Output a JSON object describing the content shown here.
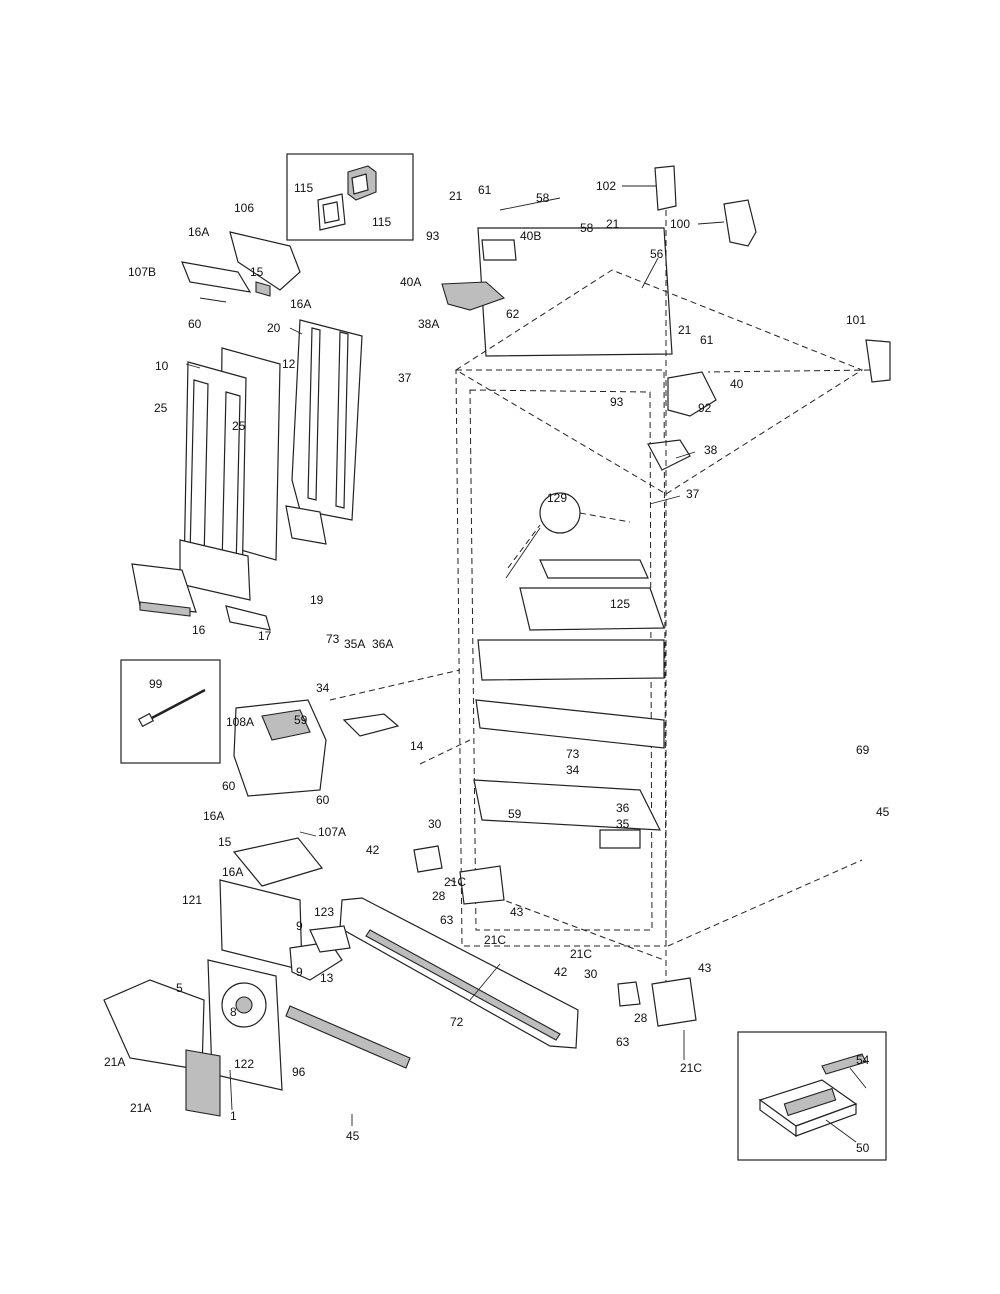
{
  "labels": {
    "p115a": "115",
    "p115b": "115",
    "p106": "106",
    "p107b": "107B",
    "p16a_1": "16A",
    "p15_1": "15",
    "p16a_2": "16A",
    "p60_1": "60",
    "p20": "20",
    "p10": "10",
    "p12": "12",
    "p25_1": "25",
    "p25_2": "25",
    "p16": "16",
    "p17": "17",
    "p19": "19",
    "p21_1": "21",
    "p61_1": "61",
    "p58_1": "58",
    "p93_1": "93",
    "p40b": "40B",
    "p58_2": "58",
    "p21_2": "21",
    "p40a": "40A",
    "p62": "62",
    "p38a": "38A",
    "p37_1": "37",
    "p102": "102",
    "p100": "100",
    "p56": "56",
    "p101": "101",
    "p21_3": "21",
    "p61_2": "61",
    "p93_2": "93",
    "p40": "40",
    "p92": "92",
    "p38": "38",
    "p37_2": "37",
    "p129": "129",
    "p125": "125",
    "p73_1": "73",
    "p35a": "35A",
    "p36a": "36A",
    "p34_1": "34",
    "p59_1": "59",
    "p99": "99",
    "p108a": "108A",
    "p60_2": "60",
    "p60_3": "60",
    "p16a_3": "16A",
    "p15_2": "15",
    "p107a": "107A",
    "p14": "14",
    "p73_2": "73",
    "p34_2": "34",
    "p59_2": "59",
    "p36": "36",
    "p35": "35",
    "p69": "69",
    "p45_1": "45",
    "p30_1": "30",
    "p42_1": "42",
    "p21c_1": "21C",
    "p28_1": "28",
    "p63_1": "63",
    "p43_1": "43",
    "p21c_2": "21C",
    "p16a_4": "16A",
    "p121": "121",
    "p9_1": "9",
    "p123": "123",
    "p5": "5",
    "p13": "13",
    "p9_2": "9",
    "p8": "8",
    "p21a_1": "21A",
    "p122": "122",
    "p96": "96",
    "p21a_2": "21A",
    "p1": "1",
    "p72": "72",
    "p45_2": "45",
    "p21c_3": "21C",
    "p42_2": "42",
    "p30_2": "30",
    "p43_2": "43",
    "p28_2": "28",
    "p63_2": "63",
    "p21c_4": "21C",
    "p54": "54",
    "p50": "50"
  }
}
